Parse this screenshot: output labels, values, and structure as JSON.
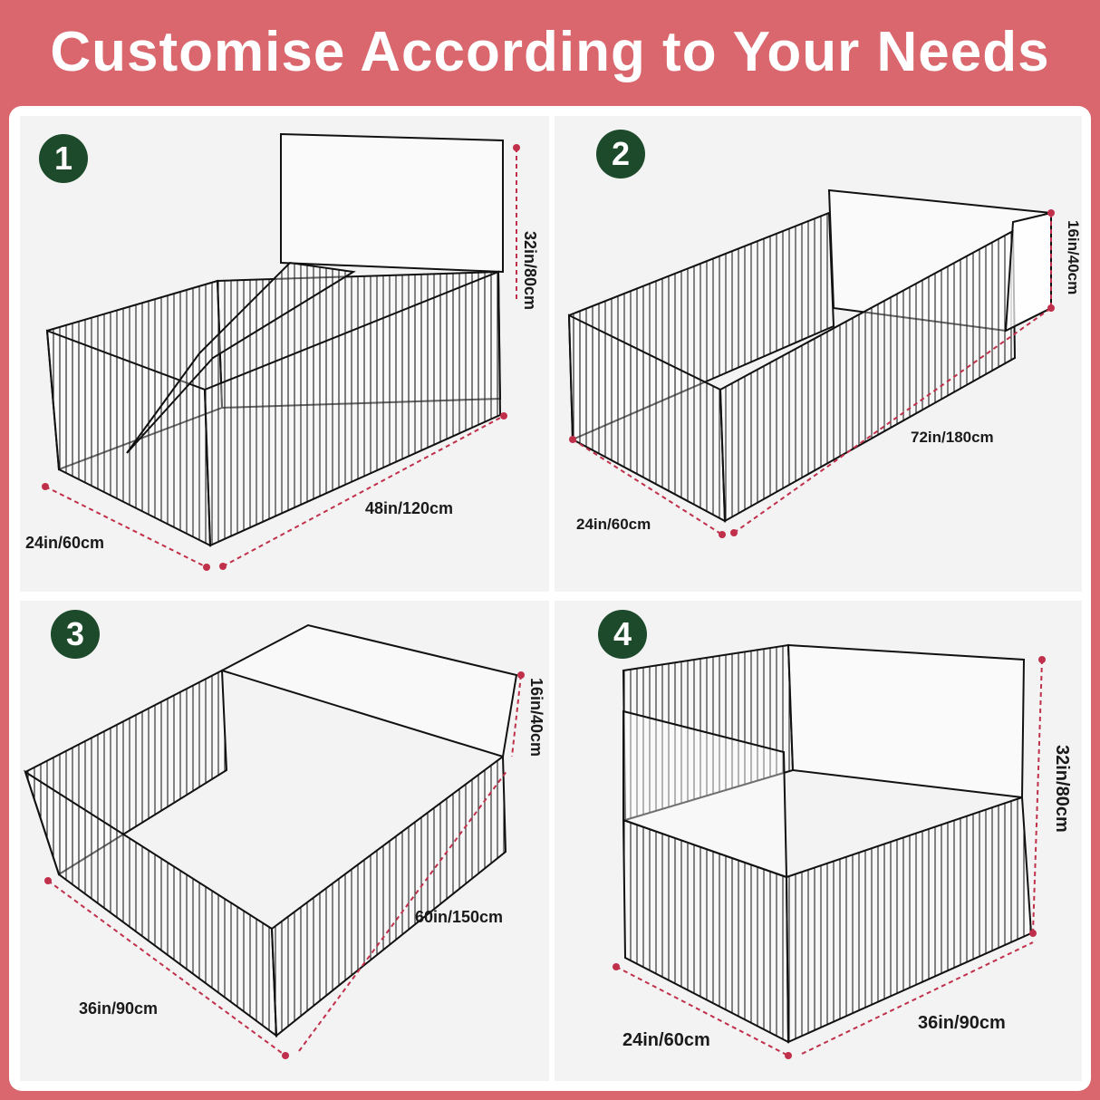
{
  "title": "Customise According to Your Needs",
  "colors": {
    "background": "#d9676d",
    "badge": "#1d4a2a",
    "dimension_line": "#c0304a",
    "frame": "#111111"
  },
  "panels": [
    {
      "number": "1",
      "dims": {
        "width": "24in/60cm",
        "length": "48in/120cm",
        "height": "32in/80cm"
      }
    },
    {
      "number": "2",
      "dims": {
        "width": "24in/60cm",
        "length": "72in/180cm",
        "height": "16in/40cm"
      }
    },
    {
      "number": "3",
      "dims": {
        "width": "36in/90cm",
        "length": "60in/150cm",
        "height": "16in/40cm"
      }
    },
    {
      "number": "4",
      "dims": {
        "width": "24in/60cm",
        "length": "36in/90cm",
        "height": "32in/80cm"
      }
    }
  ]
}
